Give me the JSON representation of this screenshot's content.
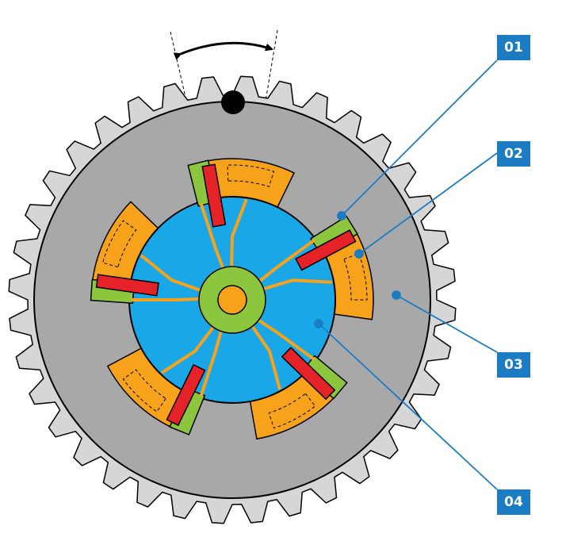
{
  "labels": [
    {
      "id": "01"
    },
    {
      "id": "02"
    },
    {
      "id": "03"
    },
    {
      "id": "04"
    }
  ],
  "colors": {
    "gear": "#d6d6d6",
    "housing": "#a8a8a8",
    "rotor": "#1aa7e8",
    "vane_green": "#8cc63f",
    "vane_red": "#e52228",
    "chamber_orange": "#f7a21b",
    "callout": "#1b7cc4",
    "outline": "#000000"
  },
  "gear_teeth": 36,
  "vanes": 5,
  "icons": [
    "swing-arrow-icon",
    "reference-dot-icon"
  ]
}
